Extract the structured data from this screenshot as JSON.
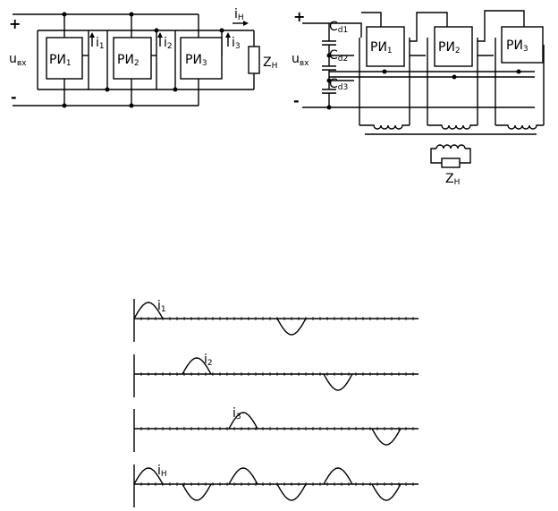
{
  "left_circuit": {
    "plus": "+",
    "minus": "-",
    "u_main": "u",
    "u_sub": "вх",
    "ri_main": "РИ",
    "ri_subs": [
      "1",
      "2",
      "3"
    ],
    "i_main": "i",
    "i_subs": [
      "1",
      "2",
      "3"
    ],
    "in_main": "i",
    "in_sub": "Н",
    "z_main": "Z",
    "z_sub": "Н"
  },
  "right_circuit": {
    "plus": "+",
    "minus": "-",
    "u_main": "u",
    "u_sub": "вх",
    "c_main": "C",
    "c_subs": [
      "d1",
      "d2",
      "d3"
    ],
    "ri_main": "РИ",
    "ri_subs": [
      "1",
      "2",
      "3"
    ],
    "z_main": "Z",
    "z_sub": "Н"
  },
  "waveforms": {
    "labels": [
      {
        "main": "i",
        "sub": "1"
      },
      {
        "main": "i",
        "sub": "2"
      },
      {
        "main": "i",
        "sub": "3"
      },
      {
        "main": "i",
        "sub": "Н"
      }
    ]
  }
}
